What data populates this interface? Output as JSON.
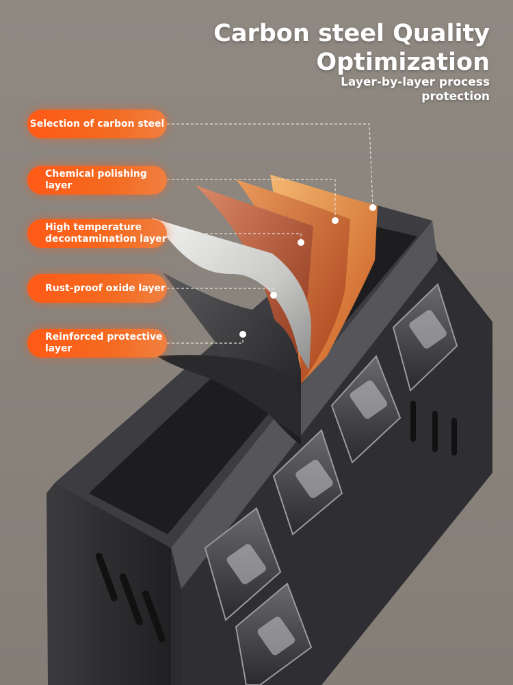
{
  "headline": {
    "line1": "Carbon steel Quality",
    "line2": "Optimization",
    "sub1": "Layer-by-layer process",
    "sub2": "protection"
  },
  "layers": [
    {
      "label": "Selection of carbon steel"
    },
    {
      "label": "Chemical polishing layer"
    },
    {
      "label_line1": "High temperature",
      "label_line2": "decontamination layer"
    },
    {
      "label": "Rust-proof oxide layer"
    },
    {
      "label": "Reinforced protective layer"
    }
  ],
  "colors": {
    "background": "#8a847d",
    "accent_orange": "#ff5a16",
    "rack_dark": "#2a2a2c",
    "rack_frame": "#3a3a3d"
  }
}
